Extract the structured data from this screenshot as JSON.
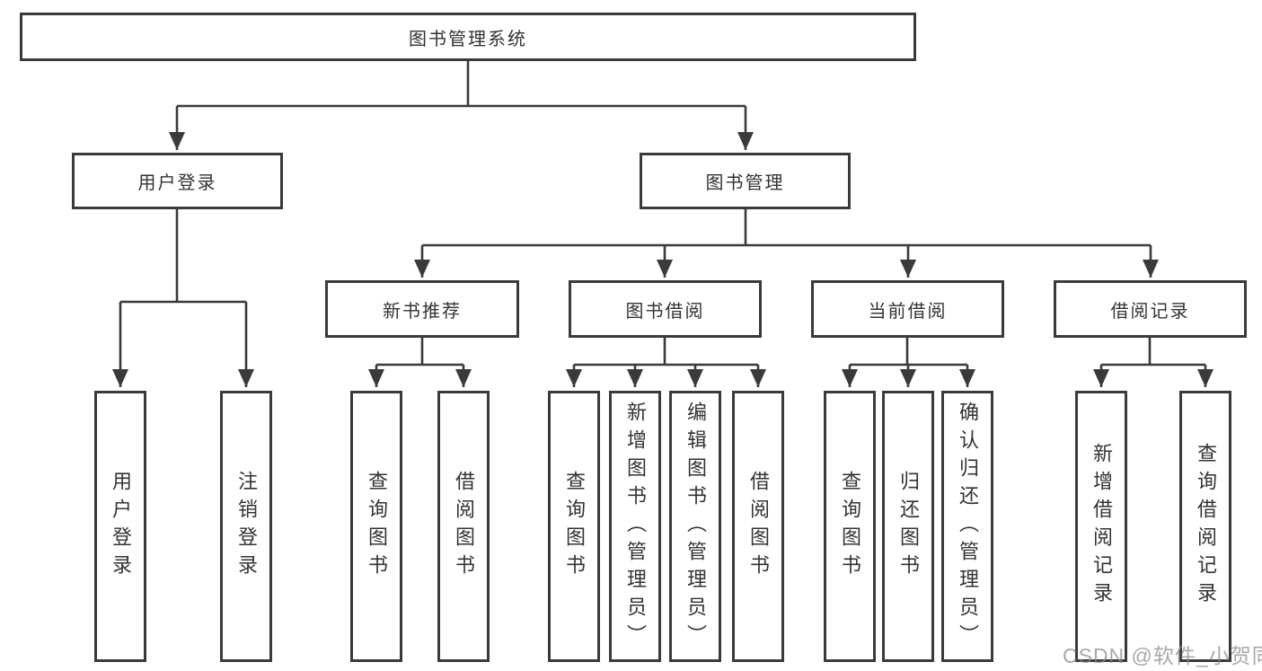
{
  "diagram": {
    "title": "图书管理系统",
    "branches": [
      {
        "label": "用户登录",
        "children": [
          "用户登录",
          "注销登录"
        ]
      },
      {
        "label": "图书管理"
      }
    ],
    "modules": [
      {
        "label": "新书推荐",
        "children": [
          "查询图书",
          "借阅图书"
        ]
      },
      {
        "label": "图书借阅",
        "children": [
          "查询图书",
          "新增图书（管理员）",
          "编辑图书（管理员）",
          "借阅图书"
        ]
      },
      {
        "label": "当前借阅",
        "children": [
          "查询图书",
          "归还图书",
          "确认归还（管理员）"
        ]
      },
      {
        "label": "借阅记录",
        "children": [
          "新增借阅记录",
          "查询借阅记录"
        ]
      }
    ],
    "colors": {
      "line": "#3a3a3a",
      "border": "#3a3a3a",
      "text": "#333333",
      "background": "#ffffff",
      "watermark": "#8c8488"
    },
    "watermark": "CSDN @软件_小贺同学"
  }
}
